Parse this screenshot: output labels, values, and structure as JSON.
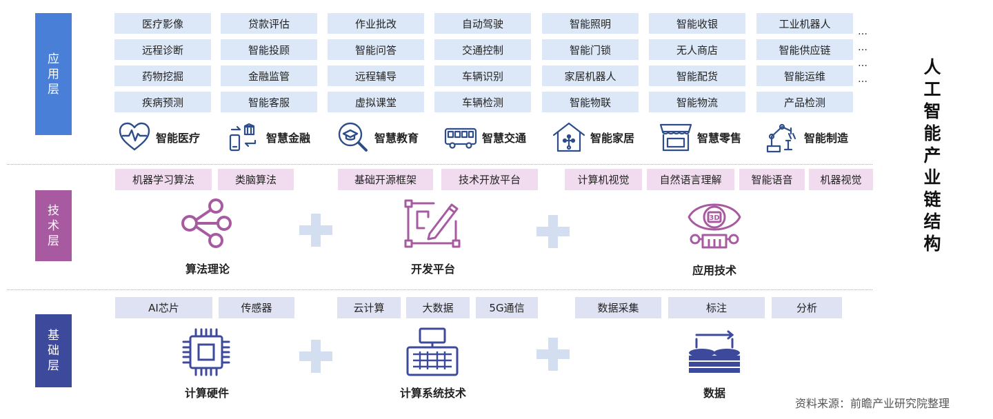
{
  "layers": {
    "app": "应用层",
    "tech": "技术层",
    "base": "基础层"
  },
  "title": "人工智能产业链结构",
  "source": "资料来源：前瞻产业研究院整理",
  "ellipsis": "…",
  "app_columns": [
    [
      "医疗影像",
      "远程诊断",
      "药物挖掘",
      "疾病预测"
    ],
    [
      "贷款评估",
      "智能投顾",
      "金融监管",
      "智能客服"
    ],
    [
      "作业批改",
      "智能问答",
      "远程辅导",
      "虚拟课堂"
    ],
    [
      "自动驾驶",
      "交通控制",
      "车辆识别",
      "车辆检测"
    ],
    [
      "智能照明",
      "智能门锁",
      "家居机器人",
      "智能物联"
    ],
    [
      "智能收银",
      "无人商店",
      "智能配货",
      "智能物流"
    ],
    [
      "工业机器人",
      "智能供应链",
      "智能运维",
      "产品检测"
    ]
  ],
  "categories": [
    {
      "label": "智能医疗",
      "icon": "heart-pulse-icon"
    },
    {
      "label": "智慧金融",
      "icon": "finance-icon"
    },
    {
      "label": "智慧教育",
      "icon": "education-search-icon"
    },
    {
      "label": "智慧交通",
      "icon": "bus-icon"
    },
    {
      "label": "智能家居",
      "icon": "smart-home-icon"
    },
    {
      "label": "智慧零售",
      "icon": "store-icon"
    },
    {
      "label": "智能制造",
      "icon": "robot-arm-icon"
    }
  ],
  "tech_tags": [
    "机器学习算法",
    "类脑算法",
    "基础开源框架",
    "技术开放平台",
    "计算机视觉",
    "自然语言理解",
    "智能语音",
    "机器视觉"
  ],
  "tech_groups": [
    {
      "label": "算法理论",
      "icon": "share-nodes-icon"
    },
    {
      "label": "开发平台",
      "icon": "design-pen-icon"
    },
    {
      "label": "应用技术",
      "icon": "eye-3d-icon",
      "icon_text": "3D"
    }
  ],
  "base_tags": [
    "AI芯片",
    "传感器",
    "云计算",
    "大数据",
    "5G通信",
    "数据采集",
    "标注",
    "分析"
  ],
  "base_groups": [
    {
      "label": "计算硬件",
      "icon": "chip-icon"
    },
    {
      "label": "计算系统技术",
      "icon": "computer-terminal-icon"
    },
    {
      "label": "数据",
      "icon": "database-sync-icon"
    }
  ],
  "colors": {
    "app_layer": "#4a7fd8",
    "tech_layer": "#a75aa0",
    "base_layer": "#3d4a9b",
    "app_item_bg": "#dce8f7",
    "tech_tag_bg": "#f1dcef",
    "base_tag_bg": "#dfe2f2",
    "tech_icon": "#a75aa0",
    "base_icon": "#3d4a9b",
    "app_icon": "#2c4d8a"
  }
}
